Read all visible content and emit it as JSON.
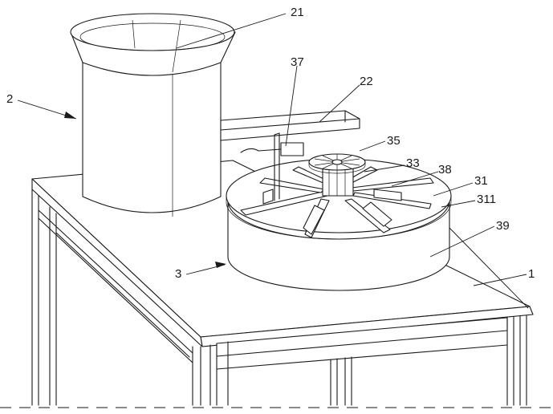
{
  "labels": {
    "frame": "1",
    "hopper": "2",
    "turntable": "3",
    "hopper_top": "21",
    "chute": "22",
    "disc": "31",
    "disc_slot": "311",
    "ejector": "33",
    "star_wheel": "35",
    "stand": "37",
    "divider": "38",
    "base": "39"
  }
}
